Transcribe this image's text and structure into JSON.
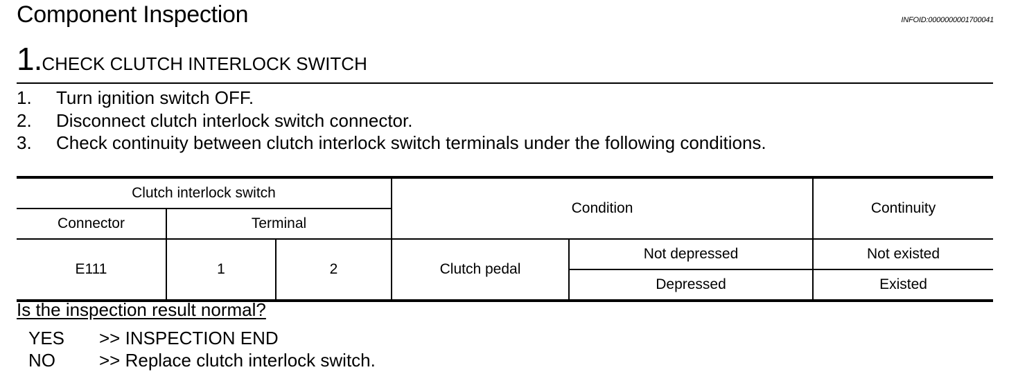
{
  "header": {
    "title": "Component Inspection",
    "info_id": "INFOID:0000000001700041"
  },
  "step": {
    "number": "1.",
    "title": "CHECK CLUTCH INTERLOCK SWITCH"
  },
  "procedure": [
    {
      "num": "1.",
      "text": "Turn ignition switch OFF."
    },
    {
      "num": "2.",
      "text": "Disconnect clutch interlock switch connector."
    },
    {
      "num": "3.",
      "text": "Check continuity between clutch interlock switch terminals under the following conditions."
    }
  ],
  "table": {
    "group_header": "Clutch interlock switch",
    "connector_header": "Connector",
    "terminal_header": "Terminal",
    "condition_header": "Condition",
    "continuity_header": "Continuity",
    "connector": "E111",
    "terminal_a": "1",
    "terminal_b": "2",
    "condition_item": "Clutch pedal",
    "rows": [
      {
        "state": "Not depressed",
        "continuity": "Not existed"
      },
      {
        "state": "Depressed",
        "continuity": "Existed"
      }
    ]
  },
  "question": "Is the inspection result normal?",
  "results": {
    "yes": {
      "key": "YES",
      "text": ">> INSPECTION END"
    },
    "no": {
      "key": "NO",
      "text": ">> Replace clutch interlock switch."
    }
  }
}
